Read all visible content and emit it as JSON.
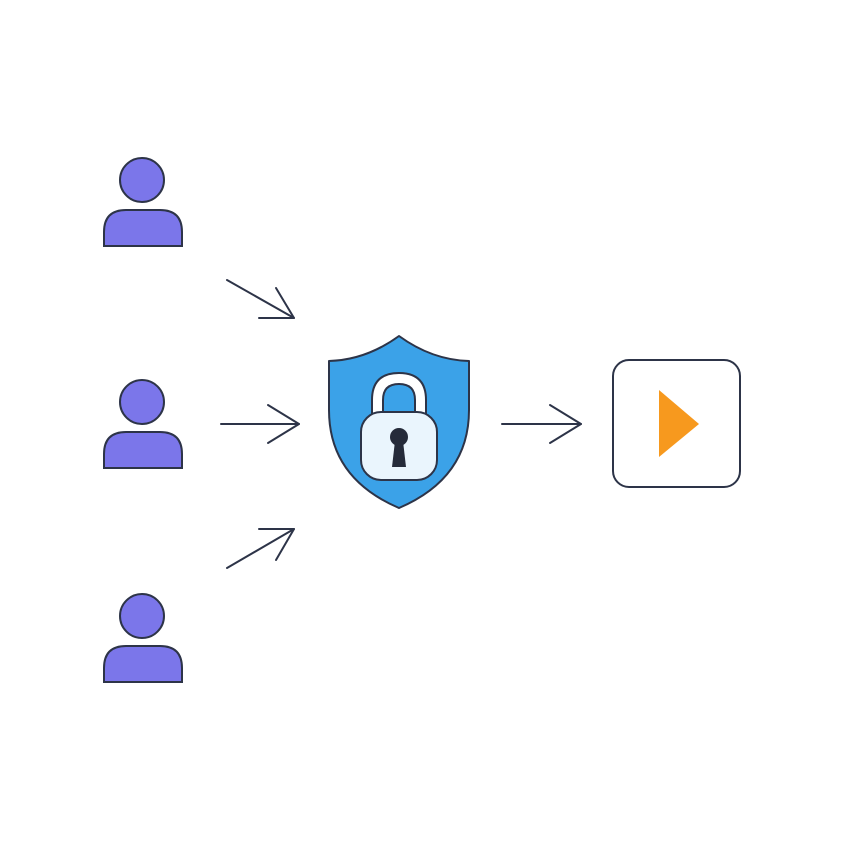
{
  "diagram": {
    "colors": {
      "background": "#ffffff",
      "user_fill": "#7b76ea",
      "outline": "#2d3448",
      "arrow": "#2d3448",
      "shield_fill": "#3ba2e8",
      "lock_body_fill": "#eaf5fd",
      "lock_shackle_fill": "#ffffff",
      "keyhole": "#252b3a",
      "play_fill": "#f7991e",
      "destination_fill": "#ffffff"
    },
    "nodes": {
      "users": [
        {
          "icon": "user-icon"
        },
        {
          "icon": "user-icon"
        },
        {
          "icon": "user-icon"
        }
      ],
      "gateway": {
        "icon": "shield-lock-icon"
      },
      "destination": {
        "icon": "play-icon"
      }
    },
    "edges": [
      {
        "from": "user-1",
        "to": "gateway",
        "icon": "arrow-icon"
      },
      {
        "from": "user-2",
        "to": "gateway",
        "icon": "arrow-icon"
      },
      {
        "from": "user-3",
        "to": "gateway",
        "icon": "arrow-icon"
      },
      {
        "from": "gateway",
        "to": "destination",
        "icon": "arrow-icon"
      }
    ]
  }
}
